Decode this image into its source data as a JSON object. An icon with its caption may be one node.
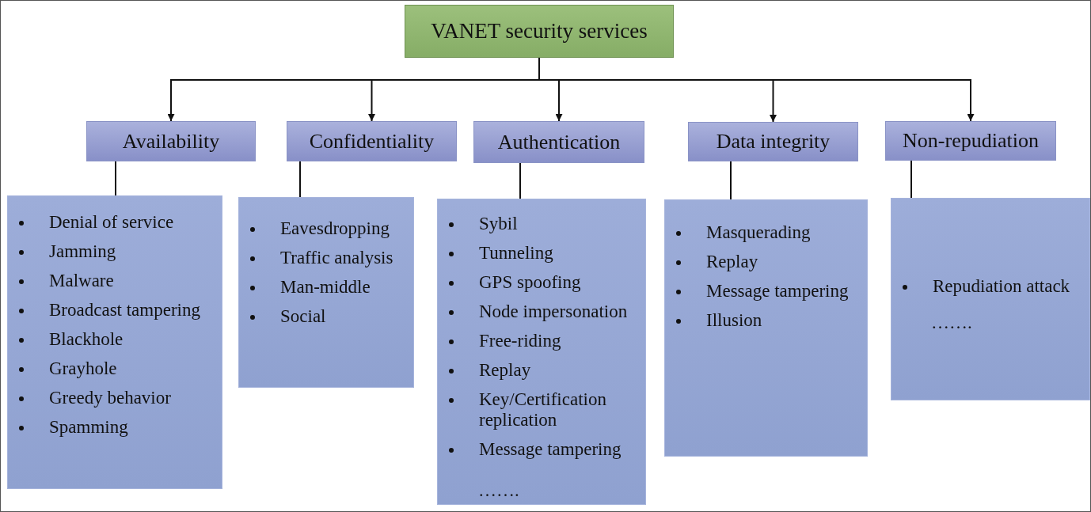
{
  "diagram": {
    "nodes": [
      {
        "text": [
          "VANET security services"
        ]
      },
      {
        "text": [
          "Availability"
        ]
      },
      {
        "text": [
          "Confidentiality"
        ]
      },
      {
        "text": [
          "Authentication"
        ]
      },
      {
        "text": [
          "Data integrity"
        ]
      },
      {
        "text": [
          "Non-repudiation"
        ]
      },
      {
        "text": [
          "Denial of service",
          "Jamming",
          "Malware",
          "Broadcast tampering",
          "Blackhole",
          "Grayhole",
          "Greedy behavior",
          "Spamming"
        ]
      },
      {
        "text": [
          "Eavesdropping",
          "Traffic analysis",
          "Man-middle",
          "Social"
        ]
      },
      {
        "text": [
          "Sybil",
          "Tunneling",
          "GPS spoofing",
          "Node impersonation",
          "Free-riding",
          "Replay",
          "Key/Certification replication",
          "Message tampering"
        ]
      },
      {
        "text": [
          "Masquerading",
          "Replay",
          "Message tampering",
          "Illusion"
        ]
      },
      {
        "text": [
          "Repudiation attack"
        ]
      }
    ],
    "edges": [
      {
        "from": 0,
        "to": 1,
        "arrow": "to"
      },
      {
        "from": 0,
        "to": 2,
        "arrow": "to"
      },
      {
        "from": 0,
        "to": 3,
        "arrow": "to"
      },
      {
        "from": 0,
        "to": 4,
        "arrow": "to"
      },
      {
        "from": 0,
        "to": 5,
        "arrow": "to"
      },
      {
        "from": 1,
        "to": 6,
        "arrow": "none"
      },
      {
        "from": 2,
        "to": 7,
        "arrow": "none"
      },
      {
        "from": 3,
        "to": 8,
        "arrow": "none"
      },
      {
        "from": 4,
        "to": 9,
        "arrow": "none"
      },
      {
        "from": 5,
        "to": 10,
        "arrow": "none"
      }
    ],
    "labels": [
      "…….",
      "……."
    ]
  }
}
